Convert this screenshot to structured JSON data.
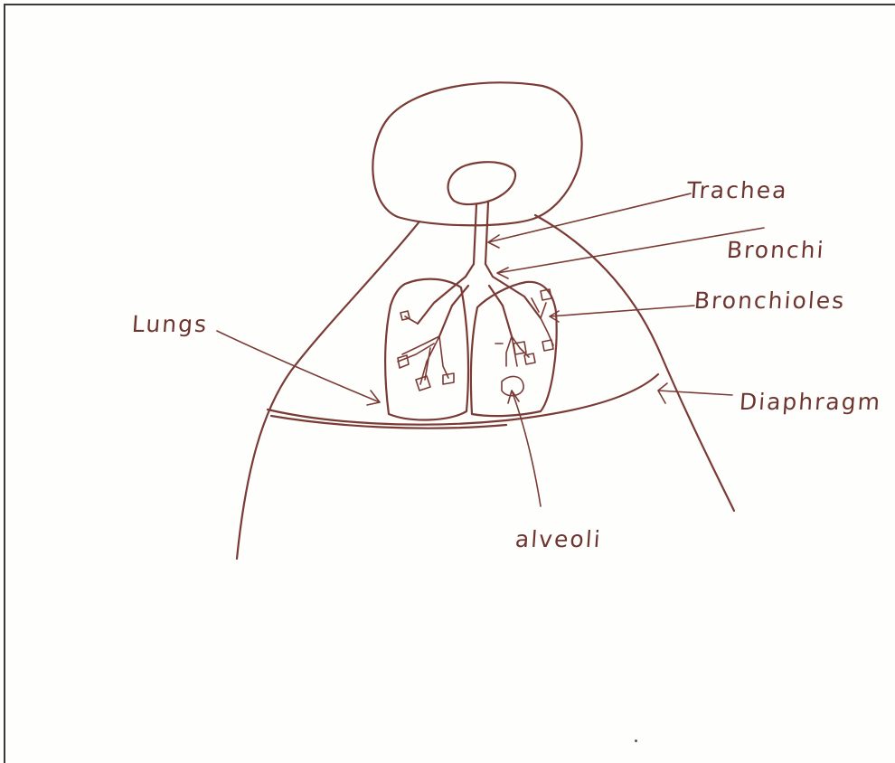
{
  "diagram": {
    "labels": {
      "trachea": "Trachea",
      "bronchi": "Bronchi",
      "bronchioles": "Bronchioles",
      "lungs": "Lungs",
      "diaphragm": "Diaphragm",
      "alveoli": "alveoli"
    },
    "ink_color": "#7a3b36"
  }
}
